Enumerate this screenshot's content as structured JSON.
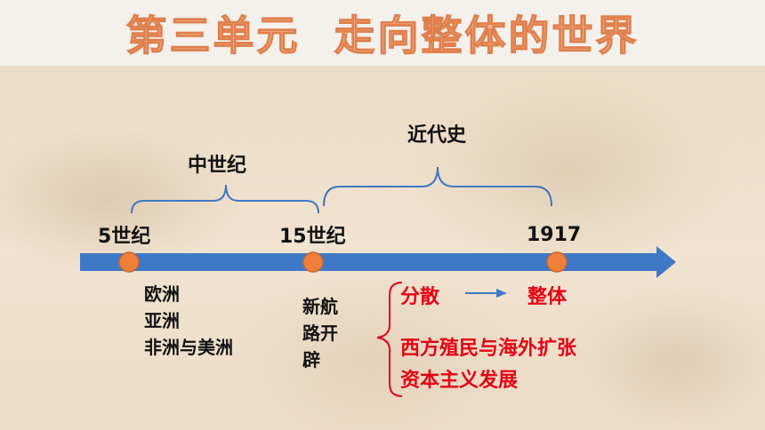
{
  "title": "第三单元  走向整体的世界",
  "eras": {
    "medieval": "中世纪",
    "modern": "近代史"
  },
  "years": {
    "y5": "5世纪",
    "y15": "15世纪",
    "y1917": "1917"
  },
  "regions": [
    "欧洲",
    "亚洲",
    "非洲与美洲"
  ],
  "voyage": [
    "新航",
    "路开",
    "辟"
  ],
  "results": {
    "scattered": "分散",
    "whole": "整体",
    "colonial": "西方殖民与海外扩张",
    "capitalism": "资本主义发展"
  },
  "colors": {
    "arrow": "#3f78c7",
    "marker": "#f07f3c",
    "marker_stroke": "#c46a2e",
    "bracket": "#3f78c7",
    "red_text": "#e60012",
    "title_fill": "#f2b38c"
  }
}
